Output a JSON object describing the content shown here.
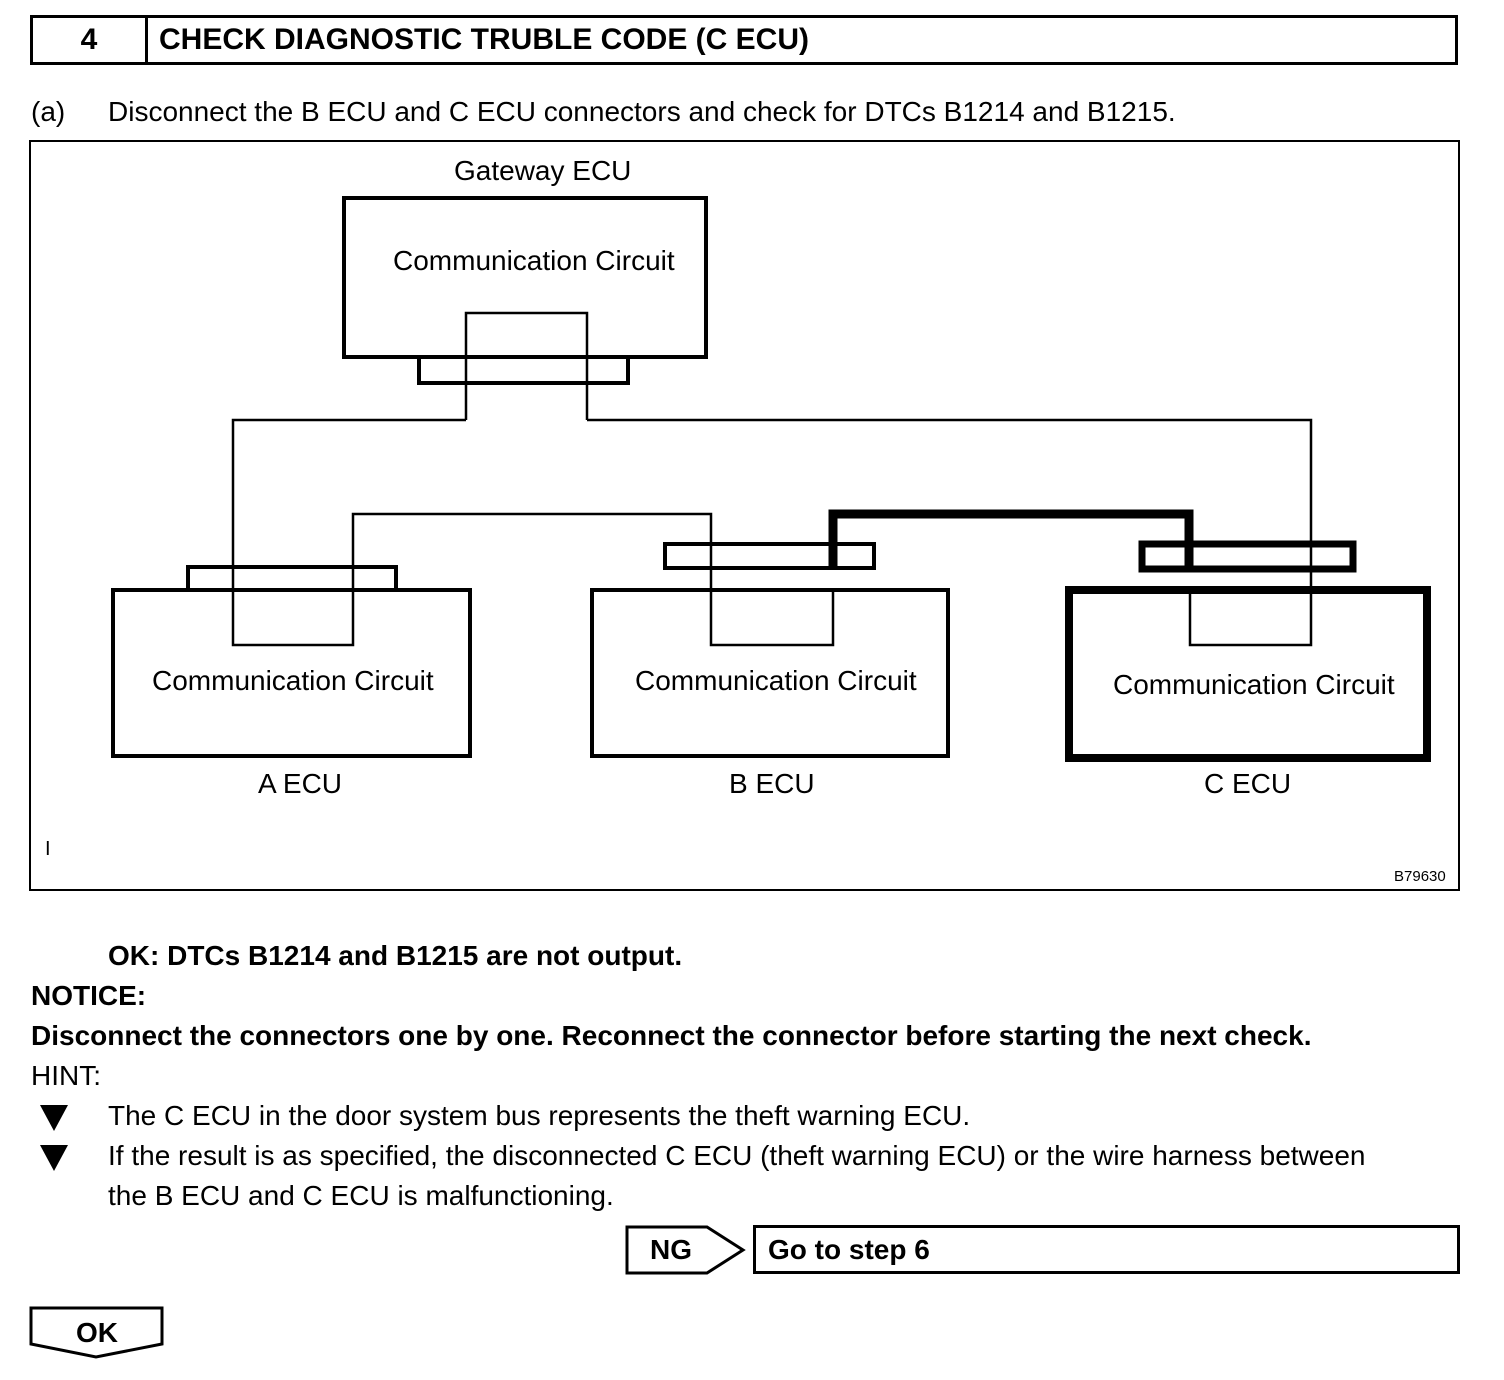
{
  "header": {
    "step_number": "4",
    "title": "CHECK DIAGNOSTIC TRUBLE CODE (C ECU)"
  },
  "instruction": {
    "label": "(a)",
    "text": "Disconnect the B ECU and C ECU connectors and check for DTCs B1214 and B1215."
  },
  "diagram": {
    "gateway_label": "Gateway ECU",
    "gateway_circuit": "Communication Circuit",
    "a_circuit": "Communication Circuit",
    "b_circuit": "Communication Circuit",
    "c_circuit": "Communication Circuit",
    "a_label": "A ECU",
    "b_label": "B ECU",
    "c_label": "C ECU",
    "corner_mark": "I",
    "figure_code": "B79630"
  },
  "ok_condition": "OK: DTCs B1214 and B1215 are not output.",
  "notice": {
    "heading": "NOTICE:",
    "text": "Disconnect the connectors one by one. Reconnect the connector before starting the next check."
  },
  "hint": {
    "heading": "HINT:",
    "items": [
      {
        "icon": "triangle-down-bullet",
        "line1": "The C ECU in the door system bus represents the theft warning ECU."
      },
      {
        "icon": "triangle-down-bullet",
        "line1": "If the result is as specified, the disconnected C ECU (theft warning ECU) or the wire harness between",
        "line2": "the B ECU and C ECU is malfunctioning."
      }
    ]
  },
  "ng_flow": {
    "label": "NG",
    "target": "Go to step 6"
  },
  "ok_flow": {
    "label": "OK"
  }
}
